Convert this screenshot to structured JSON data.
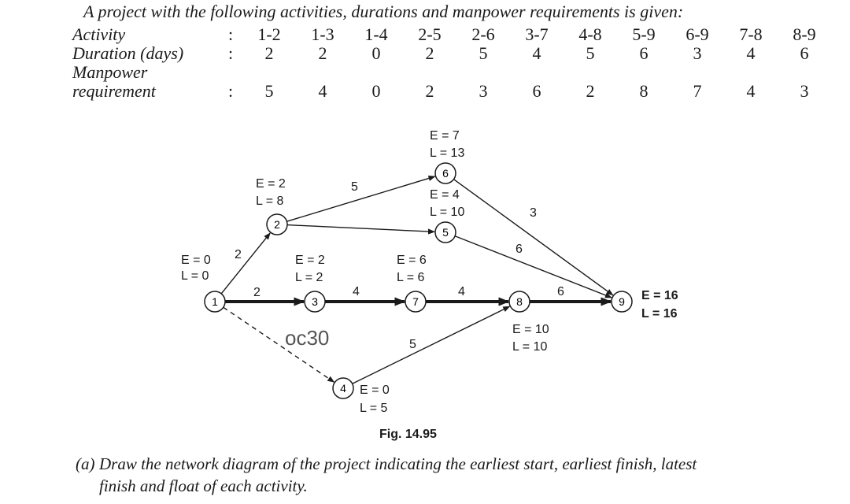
{
  "intro": "A project with the following activities, durations and manpower requirements is given:",
  "table": {
    "colon": ":",
    "activity_label": "Activity",
    "duration_label": "Duration (days)",
    "manpower_label_1": "Manpower",
    "manpower_label_2": "requirement",
    "activities": [
      "1-2",
      "1-3",
      "1-4",
      "2-5",
      "2-6",
      "3-7",
      "4-8",
      "5-9",
      "6-9",
      "7-8",
      "8-9"
    ],
    "durations": [
      "2",
      "2",
      "0",
      "2",
      "5",
      "4",
      "5",
      "6",
      "3",
      "4",
      "6"
    ],
    "manpower": [
      "5",
      "4",
      "0",
      "2",
      "3",
      "6",
      "2",
      "8",
      "7",
      "4",
      "3"
    ]
  },
  "network": {
    "nodes": [
      {
        "id": "1",
        "E": "E = 0",
        "L": "L = 0"
      },
      {
        "id": "2",
        "E": "E = 2",
        "L": "L = 8"
      },
      {
        "id": "3",
        "E": "E = 2",
        "L": "L = 2"
      },
      {
        "id": "4",
        "E": "E = 0",
        "L": "L = 5"
      },
      {
        "id": "5",
        "E": "E = 4",
        "L": "L = 10"
      },
      {
        "id": "6",
        "E": "E = 7",
        "L": "L = 13"
      },
      {
        "id": "7",
        "E": "E = 6",
        "L": "L = 6"
      },
      {
        "id": "8",
        "E": "E = 10",
        "L": "L = 10"
      },
      {
        "id": "9",
        "E": "E = 16",
        "L": "L = 16"
      }
    ],
    "edges": [
      {
        "from": "1",
        "to": "2",
        "label": "2",
        "style": "normal"
      },
      {
        "from": "1",
        "to": "3",
        "label": "2",
        "style": "critical"
      },
      {
        "from": "1",
        "to": "4",
        "label": "",
        "style": "dashed"
      },
      {
        "from": "2",
        "to": "6",
        "label": "5",
        "style": "normal"
      },
      {
        "from": "2",
        "to": "5",
        "label": "",
        "style": "normal"
      },
      {
        "from": "3",
        "to": "7",
        "label": "4",
        "style": "critical"
      },
      {
        "from": "4",
        "to": "8",
        "label": "5",
        "style": "normal"
      },
      {
        "from": "5",
        "to": "9",
        "label": "6",
        "style": "normal"
      },
      {
        "from": "6",
        "to": "9",
        "label": "3",
        "style": "normal"
      },
      {
        "from": "7",
        "to": "8",
        "label": "4",
        "style": "critical"
      },
      {
        "from": "8",
        "to": "9",
        "label": "6",
        "style": "critical"
      }
    ],
    "watermark": "oc30"
  },
  "figure_caption": "Fig. 14.95",
  "question": {
    "tag": "(a)",
    "line1": "Draw the network diagram of the project indicating the earliest start, earliest finish, latest",
    "line2": "finish and float of each activity."
  }
}
